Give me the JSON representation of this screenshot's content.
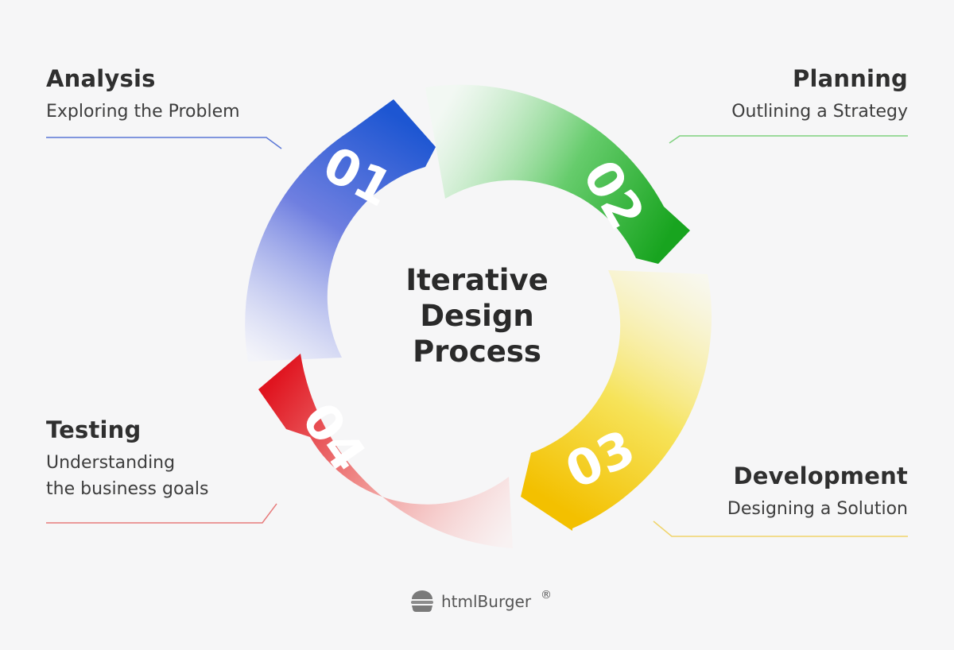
{
  "title": [
    "Iterative",
    "Design",
    "Process"
  ],
  "steps": [
    {
      "number": "01",
      "title": "Analysis",
      "subtitle": [
        "Exploring the Problem"
      ],
      "color": "#1e5bd3"
    },
    {
      "number": "02",
      "title": "Planning",
      "subtitle": [
        "Outlining a Strategy"
      ],
      "color": "#22a82c"
    },
    {
      "number": "03",
      "title": "Development",
      "subtitle": [
        "Designing a Solution"
      ],
      "color": "#f2c20f"
    },
    {
      "number": "04",
      "title": "Testing",
      "subtitle": [
        "Understanding",
        "the business goals"
      ],
      "color": "#e11e2a"
    }
  ],
  "brand": {
    "name": "htmlBurger",
    "mark": "®",
    "icon": "burger-icon"
  }
}
